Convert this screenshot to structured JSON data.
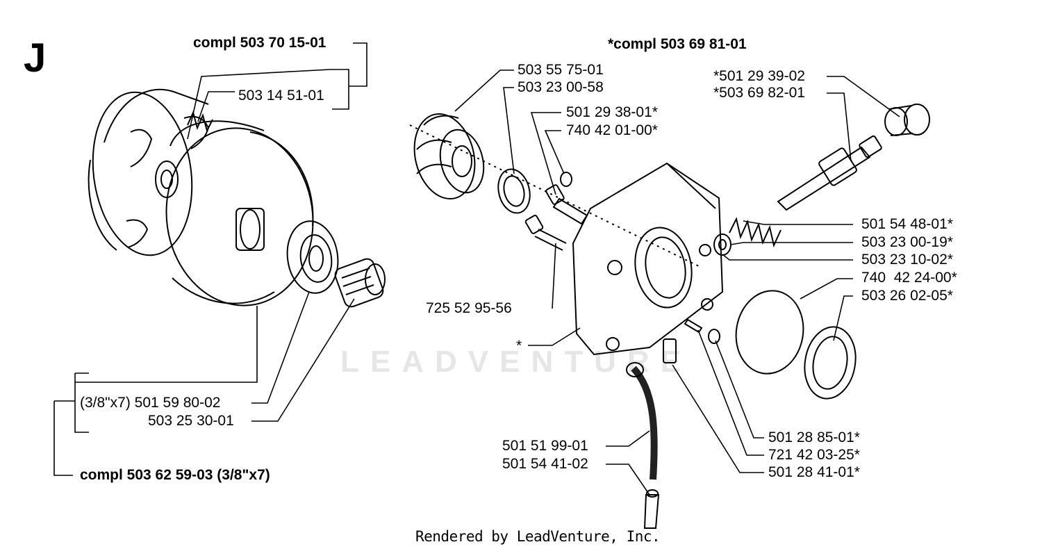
{
  "section_letter": "J",
  "watermark": "LEADVENTURE",
  "footer": "Rendered by LeadVenture, Inc.",
  "labels": {
    "compl_clutch": "compl 503 70 15-01",
    "p_503_14_51_01": "503 14 51-01",
    "compl_pump": "*compl 503 69 81-01",
    "p_503_55_75_01": "503 55 75-01",
    "p_503_23_00_58": "503 23 00-58",
    "p_501_29_38_01": "501 29 38-01*",
    "p_740_42_01_00": "740 42 01-00*",
    "p_501_29_39_02": "*501 29 39-02",
    "p_503_69_82_01": "*503 69 82-01",
    "p_501_54_48_01": "501 54 48-01*",
    "p_503_23_00_19": "503 23 00-19*",
    "p_503_23_10_02": "503 23 10-02*",
    "p_740_42_24_00": "740  42 24-00*",
    "p_503_26_02_05": "503 26 02-05*",
    "p_725_52_95_56": "725 52 95-56",
    "p_star": "*",
    "p_501_59_80_02": "(3/8\"x7) 501 59 80-02",
    "p_503_25_30_01": "503 25 30-01",
    "compl_drum": "compl 503 62 59-03 (3/8\"x7)",
    "p_501_28_85_01": "501 28 85-01*",
    "p_721_42_03_25": "721 42 03-25*",
    "p_501_28_41_01": "501 28 41-01*",
    "p_501_51_99_01": "501 51 99-01",
    "p_501_54_41_02": "501 54 41-02"
  }
}
